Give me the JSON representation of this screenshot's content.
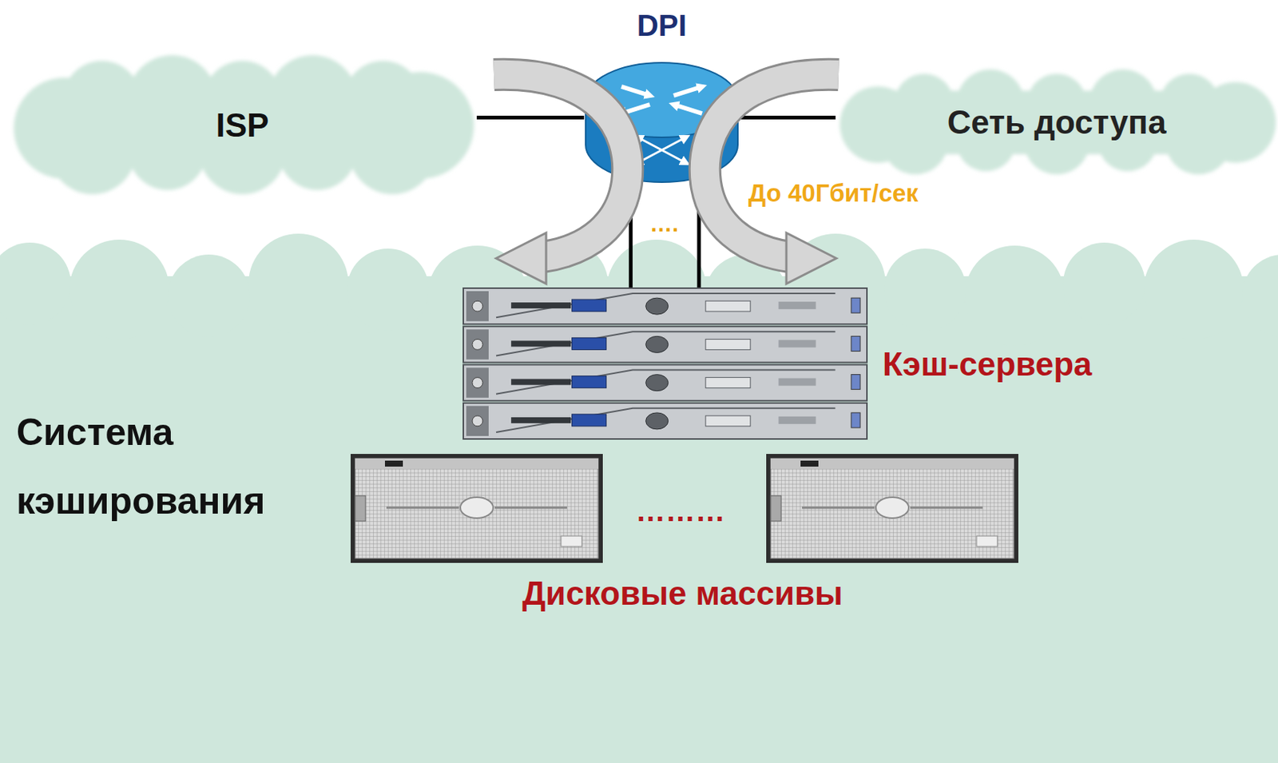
{
  "diagram": {
    "nodes": [
      {
        "text": [
          "ISP"
        ]
      },
      {
        "text": [
          "DPI"
        ]
      },
      {
        "text": [
          "Сеть доступа"
        ]
      },
      {
        "text": [
          "Система кэширования"
        ]
      },
      {
        "text": [
          "Кэш-сервера"
        ],
        "in": 3
      }
    ],
    "edges": [
      {
        "from": 0,
        "to": 1,
        "arrow": "none"
      },
      {
        "from": 1,
        "to": 2,
        "arrow": "none"
      },
      {
        "from": 1,
        "to": 4,
        "arrow": "none"
      },
      {
        "from": 1,
        "to": 4,
        "arrow": "none"
      }
    ],
    "labels": [
      "….",
      "До 40Гбит/сек",
      "………",
      "Дисковые массивы"
    ]
  }
}
